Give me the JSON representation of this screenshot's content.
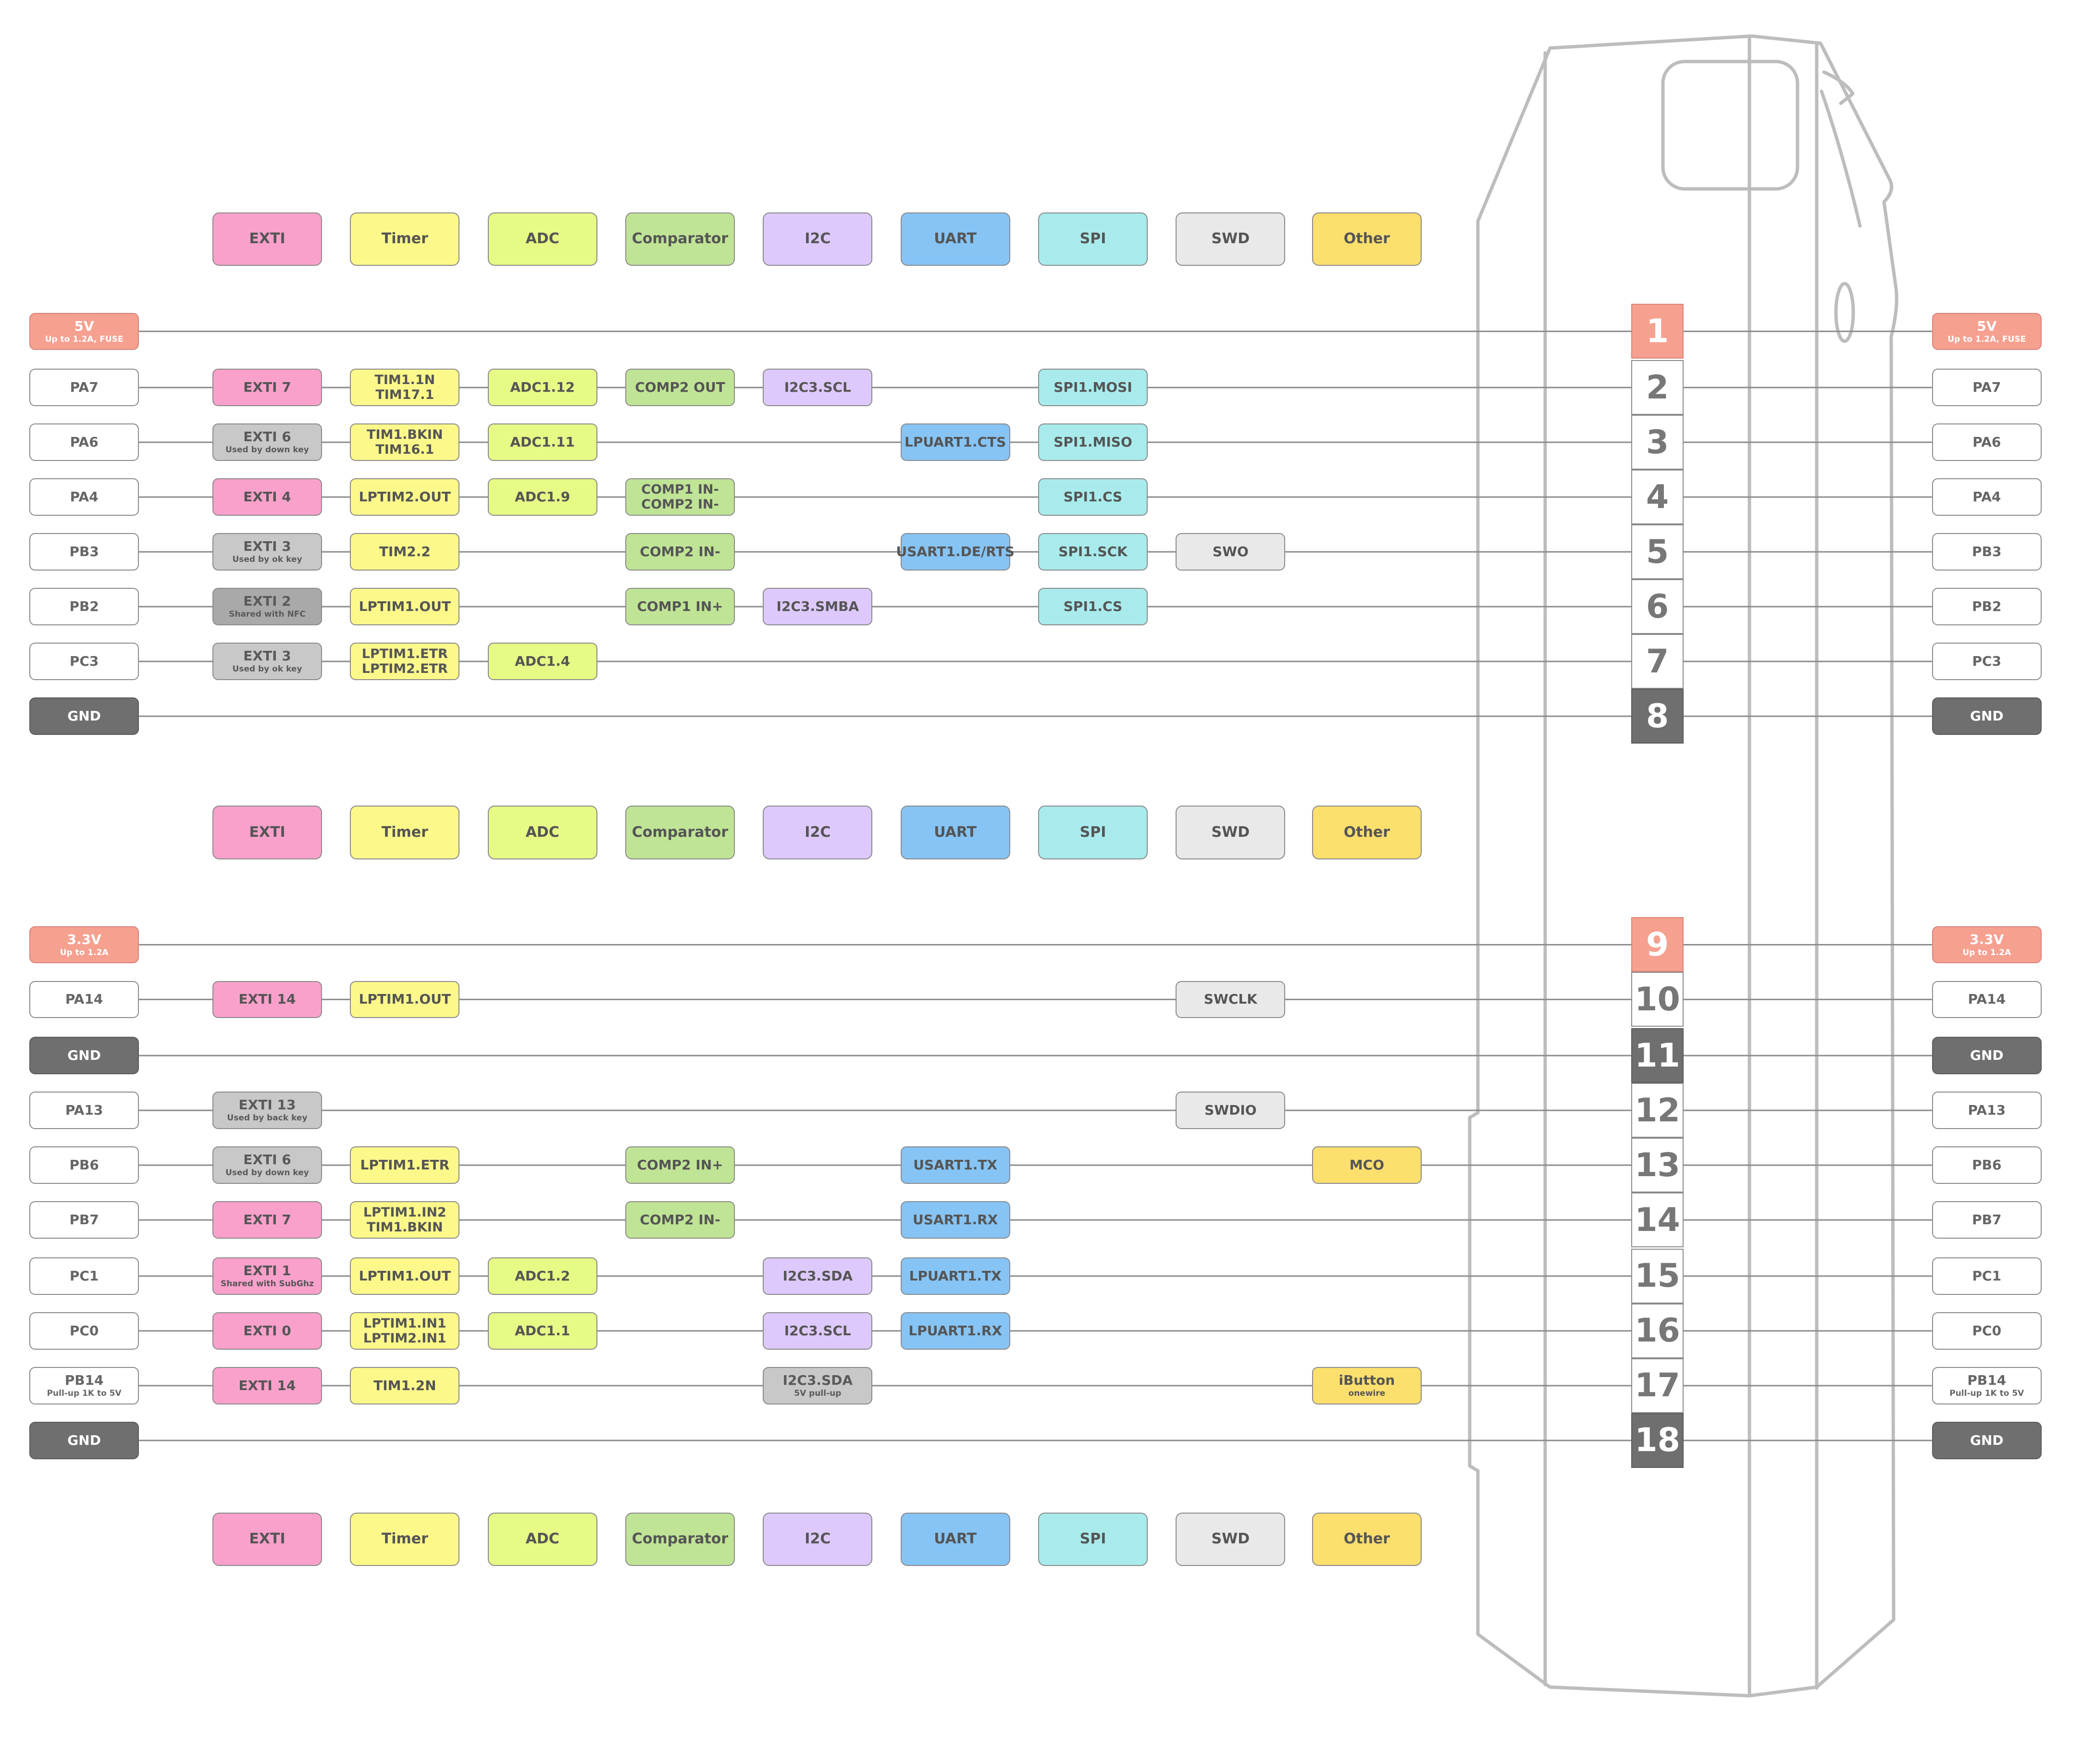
{
  "colors": {
    "EXTI": "#f9a1cb",
    "EXTI_shared": "#c8c8c8",
    "Timer": "#fcf98a",
    "ADC": "#e6fa86",
    "Comparator": "#bfe495",
    "I2C": "#ddc9fb",
    "I2C_gray": "#c8c8c8",
    "UART": "#86c4f5",
    "SPI": "#a9ebec",
    "SWD": "#e9e9e9",
    "Other": "#fddf6e",
    "power": "#f6a090",
    "gnd": "#6f6f6f",
    "pin": "#ffffff"
  },
  "legend": [
    "EXTI",
    "Timer",
    "ADC",
    "Comparator",
    "I2C",
    "UART",
    "SPI",
    "SWD",
    "Other"
  ],
  "pins": [
    {
      "num": "1",
      "kind": "power",
      "label": "5V",
      "sub": "Up to 1.2A, FUSE",
      "funcs": []
    },
    {
      "num": "2",
      "kind": "io",
      "label": "PA7",
      "sub": "",
      "funcs": [
        {
          "col": 0,
          "cat": "EXTI",
          "lines": [
            "EXTI 7"
          ]
        },
        {
          "col": 1,
          "cat": "Timer",
          "lines": [
            "TIM1.1N",
            "TIM17.1"
          ]
        },
        {
          "col": 2,
          "cat": "ADC",
          "lines": [
            "ADC1.12"
          ]
        },
        {
          "col": 3,
          "cat": "Comparator",
          "lines": [
            "COMP2 OUT"
          ]
        },
        {
          "col": 4,
          "cat": "I2C",
          "lines": [
            "I2C3.SCL"
          ]
        },
        {
          "col": 6,
          "cat": "SPI",
          "lines": [
            "SPI1.MOSI"
          ]
        }
      ]
    },
    {
      "num": "3",
      "kind": "io",
      "label": "PA6",
      "sub": "",
      "funcs": [
        {
          "col": 0,
          "cat": "EXTI_shared",
          "lines": [
            "EXTI 6"
          ],
          "sub": "Used by down key"
        },
        {
          "col": 1,
          "cat": "Timer",
          "lines": [
            "TIM1.BKIN",
            "TIM16.1"
          ]
        },
        {
          "col": 2,
          "cat": "ADC",
          "lines": [
            "ADC1.11"
          ]
        },
        {
          "col": 5,
          "cat": "UART",
          "lines": [
            "LPUART1.CTS"
          ]
        },
        {
          "col": 6,
          "cat": "SPI",
          "lines": [
            "SPI1.MISO"
          ]
        }
      ]
    },
    {
      "num": "4",
      "kind": "io",
      "label": "PA4",
      "sub": "",
      "funcs": [
        {
          "col": 0,
          "cat": "EXTI",
          "lines": [
            "EXTI 4"
          ]
        },
        {
          "col": 1,
          "cat": "Timer",
          "lines": [
            "LPTIM2.OUT"
          ]
        },
        {
          "col": 2,
          "cat": "ADC",
          "lines": [
            "ADC1.9"
          ]
        },
        {
          "col": 3,
          "cat": "Comparator",
          "lines": [
            "COMP1 IN-",
            "COMP2 IN-"
          ]
        },
        {
          "col": 6,
          "cat": "SPI",
          "lines": [
            "SPI1.CS"
          ]
        }
      ]
    },
    {
      "num": "5",
      "kind": "io",
      "label": "PB3",
      "sub": "",
      "funcs": [
        {
          "col": 0,
          "cat": "EXTI_shared",
          "lines": [
            "EXTI 3"
          ],
          "sub": "Used by ok key"
        },
        {
          "col": 1,
          "cat": "Timer",
          "lines": [
            "TIM2.2"
          ]
        },
        {
          "col": 3,
          "cat": "Comparator",
          "lines": [
            "COMP2 IN-"
          ]
        },
        {
          "col": 5,
          "cat": "UART",
          "lines": [
            "USART1.DE/RTS"
          ]
        },
        {
          "col": 6,
          "cat": "SPI",
          "lines": [
            "SPI1.SCK"
          ]
        },
        {
          "col": 7,
          "cat": "SWD",
          "lines": [
            "SWO"
          ]
        }
      ]
    },
    {
      "num": "6",
      "kind": "io",
      "label": "PB2",
      "sub": "",
      "funcs": [
        {
          "col": 0,
          "cat": "EXTI_dark",
          "lines": [
            "EXTI 2"
          ],
          "sub": "Shared with NFC"
        },
        {
          "col": 1,
          "cat": "Timer",
          "lines": [
            "LPTIM1.OUT"
          ]
        },
        {
          "col": 3,
          "cat": "Comparator",
          "lines": [
            "COMP1 IN+"
          ]
        },
        {
          "col": 4,
          "cat": "I2C",
          "lines": [
            "I2C3.SMBA"
          ]
        },
        {
          "col": 6,
          "cat": "SPI",
          "lines": [
            "SPI1.CS"
          ]
        }
      ]
    },
    {
      "num": "7",
      "kind": "io",
      "label": "PC3",
      "sub": "",
      "funcs": [
        {
          "col": 0,
          "cat": "EXTI_shared",
          "lines": [
            "EXTI 3"
          ],
          "sub": "Used by ok key"
        },
        {
          "col": 1,
          "cat": "Timer",
          "lines": [
            "LPTIM1.ETR",
            "LPTIM2.ETR"
          ]
        },
        {
          "col": 2,
          "cat": "ADC",
          "lines": [
            "ADC1.4"
          ]
        }
      ]
    },
    {
      "num": "8",
      "kind": "gnd",
      "label": "GND",
      "sub": "",
      "funcs": []
    },
    {
      "num": "9",
      "kind": "power",
      "label": "3.3V",
      "sub": "Up to 1.2A",
      "funcs": []
    },
    {
      "num": "10",
      "kind": "io",
      "label": "PA14",
      "sub": "",
      "funcs": [
        {
          "col": 0,
          "cat": "EXTI",
          "lines": [
            "EXTI 14"
          ]
        },
        {
          "col": 1,
          "cat": "Timer",
          "lines": [
            "LPTIM1.OUT"
          ]
        },
        {
          "col": 7,
          "cat": "SWD",
          "lines": [
            "SWCLK"
          ]
        }
      ]
    },
    {
      "num": "11",
      "kind": "gnd",
      "label": "GND",
      "sub": "",
      "funcs": []
    },
    {
      "num": "12",
      "kind": "io",
      "label": "PA13",
      "sub": "",
      "funcs": [
        {
          "col": 0,
          "cat": "EXTI_shared",
          "lines": [
            "EXTI 13"
          ],
          "sub": "Used by back key"
        },
        {
          "col": 7,
          "cat": "SWD",
          "lines": [
            "SWDIO"
          ]
        }
      ]
    },
    {
      "num": "13",
      "kind": "io",
      "label": "PB6",
      "sub": "",
      "funcs": [
        {
          "col": 0,
          "cat": "EXTI_shared",
          "lines": [
            "EXTI 6"
          ],
          "sub": "Used by down key"
        },
        {
          "col": 1,
          "cat": "Timer",
          "lines": [
            "LPTIM1.ETR"
          ]
        },
        {
          "col": 3,
          "cat": "Comparator",
          "lines": [
            "COMP2 IN+"
          ]
        },
        {
          "col": 5,
          "cat": "UART",
          "lines": [
            "USART1.TX"
          ]
        },
        {
          "col": 8,
          "cat": "Other",
          "lines": [
            "MCO"
          ]
        }
      ]
    },
    {
      "num": "14",
      "kind": "io",
      "label": "PB7",
      "sub": "",
      "funcs": [
        {
          "col": 0,
          "cat": "EXTI",
          "lines": [
            "EXTI 7"
          ]
        },
        {
          "col": 1,
          "cat": "Timer",
          "lines": [
            "LPTIM1.IN2",
            "TIM1.BKIN"
          ]
        },
        {
          "col": 3,
          "cat": "Comparator",
          "lines": [
            "COMP2 IN-"
          ]
        },
        {
          "col": 5,
          "cat": "UART",
          "lines": [
            "USART1.RX"
          ]
        }
      ]
    },
    {
      "num": "15",
      "kind": "io",
      "label": "PC1",
      "sub": "",
      "funcs": [
        {
          "col": 0,
          "cat": "EXTI",
          "lines": [
            "EXTI 1"
          ],
          "sub": "Shared with SubGhz"
        },
        {
          "col": 1,
          "cat": "Timer",
          "lines": [
            "LPTIM1.OUT"
          ]
        },
        {
          "col": 2,
          "cat": "ADC",
          "lines": [
            "ADC1.2"
          ]
        },
        {
          "col": 4,
          "cat": "I2C",
          "lines": [
            "I2C3.SDA"
          ]
        },
        {
          "col": 5,
          "cat": "UART",
          "lines": [
            "LPUART1.TX"
          ]
        }
      ]
    },
    {
      "num": "16",
      "kind": "io",
      "label": "PC0",
      "sub": "",
      "funcs": [
        {
          "col": 0,
          "cat": "EXTI",
          "lines": [
            "EXTI 0"
          ]
        },
        {
          "col": 1,
          "cat": "Timer",
          "lines": [
            "LPTIM1.IN1",
            "LPTIM2.IN1"
          ]
        },
        {
          "col": 2,
          "cat": "ADC",
          "lines": [
            "ADC1.1"
          ]
        },
        {
          "col": 4,
          "cat": "I2C",
          "lines": [
            "I2C3.SCL"
          ]
        },
        {
          "col": 5,
          "cat": "UART",
          "lines": [
            "LPUART1.RX"
          ]
        }
      ]
    },
    {
      "num": "17",
      "kind": "io",
      "label": "PB14",
      "sub": "Pull-up 1K to 5V",
      "funcs": [
        {
          "col": 0,
          "cat": "EXTI",
          "lines": [
            "EXTI 14"
          ]
        },
        {
          "col": 1,
          "cat": "Timer",
          "lines": [
            "TIM1.2N"
          ]
        },
        {
          "col": 4,
          "cat": "I2C_gray",
          "lines": [
            "I2C3.SDA"
          ],
          "sub": "5V pull-up"
        },
        {
          "col": 8,
          "cat": "Other",
          "lines": [
            "iButton"
          ],
          "sub": "onewire"
        }
      ]
    },
    {
      "num": "18",
      "kind": "gnd",
      "label": "GND",
      "sub": "",
      "funcs": []
    }
  ]
}
